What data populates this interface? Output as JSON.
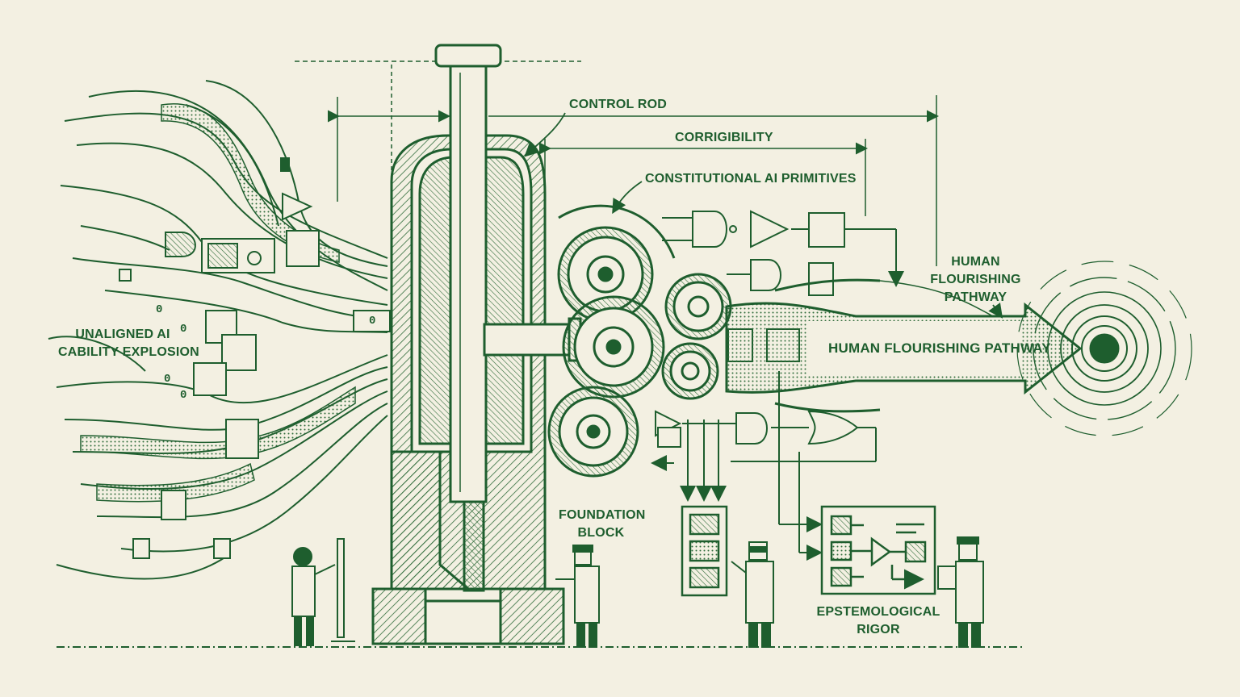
{
  "labels": {
    "control_rod": "CONTROL ROD",
    "corrigibility": "CORRIGIBILITY",
    "constitutional": "CONSTITUTIONAL AI PRIMITIVES",
    "human_flourishing_top": [
      "HUMAN",
      "FLOURISHING",
      "PATHWAY"
    ],
    "human_flourishing_arrow": "HUMAN FLOURISHING PATHWAY",
    "unaligned": [
      "UNALIGNED AI",
      "CABILITY EXPLOSION"
    ],
    "foundation": [
      "FOUNDATION",
      "BLOCK"
    ],
    "epistemological": [
      "EPSTEMOLOGICAL",
      "RIGOR"
    ]
  },
  "digits": [
    "0",
    "0",
    "0",
    "0",
    "0"
  ],
  "colors": {
    "ink": "#1e5e2e",
    "paper": "#f3f0e2",
    "hatch": "#2f6b3a"
  }
}
